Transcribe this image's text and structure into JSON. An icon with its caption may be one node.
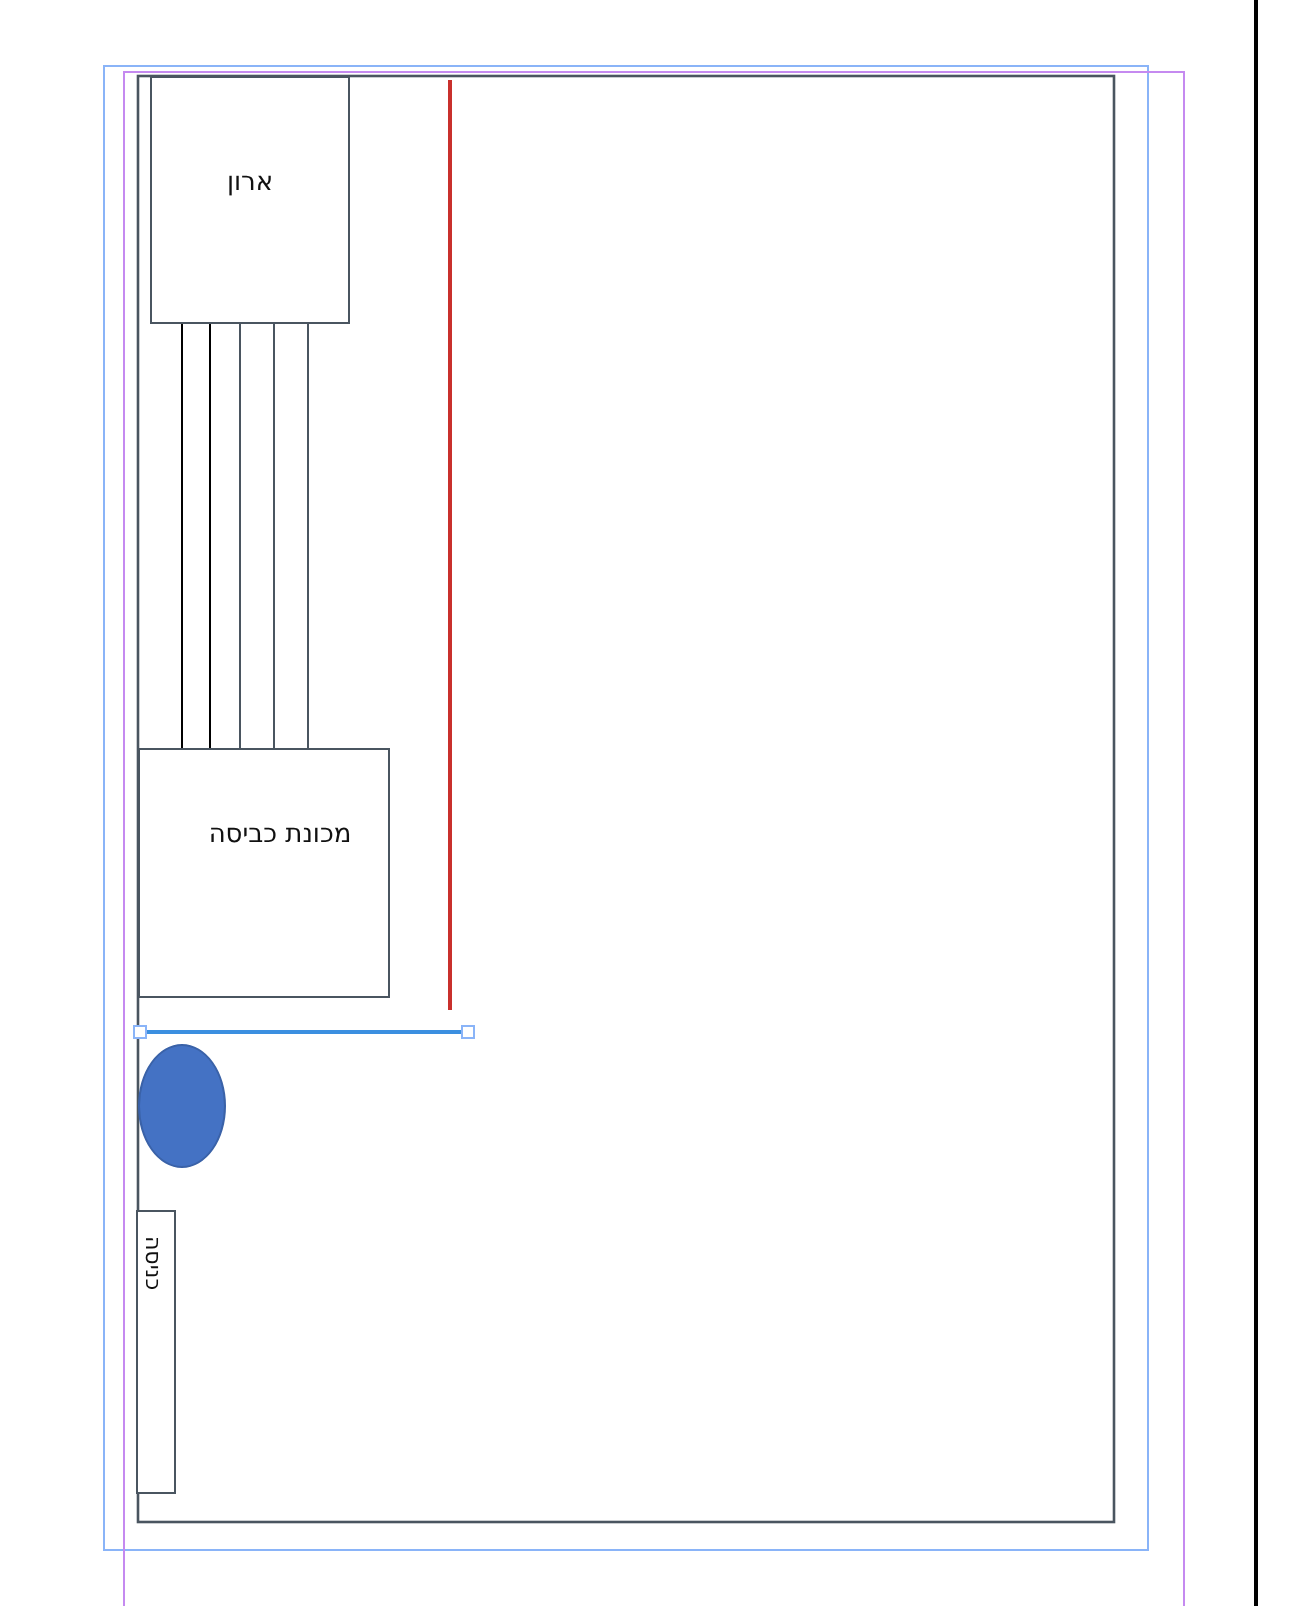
{
  "diagram": {
    "nodes": [
      {
        "text": [
          "ארון"
        ]
      },
      {
        "text": [
          "מכונת כביסה"
        ]
      },
      {
        "text": [],
        "shape": "circle"
      },
      {
        "text": [
          "כניסה"
        ]
      }
    ],
    "edges": [
      {
        "from": 0,
        "to": 1,
        "arrow": "none",
        "color": "#000000"
      },
      {
        "from": 0,
        "to": 1,
        "arrow": "none",
        "color": "#000000"
      },
      {
        "from": 0,
        "to": 1,
        "arrow": "none"
      },
      {
        "from": 0,
        "to": 1,
        "arrow": "none"
      },
      {
        "from": 0,
        "to": 1,
        "arrow": "none"
      }
    ]
  }
}
